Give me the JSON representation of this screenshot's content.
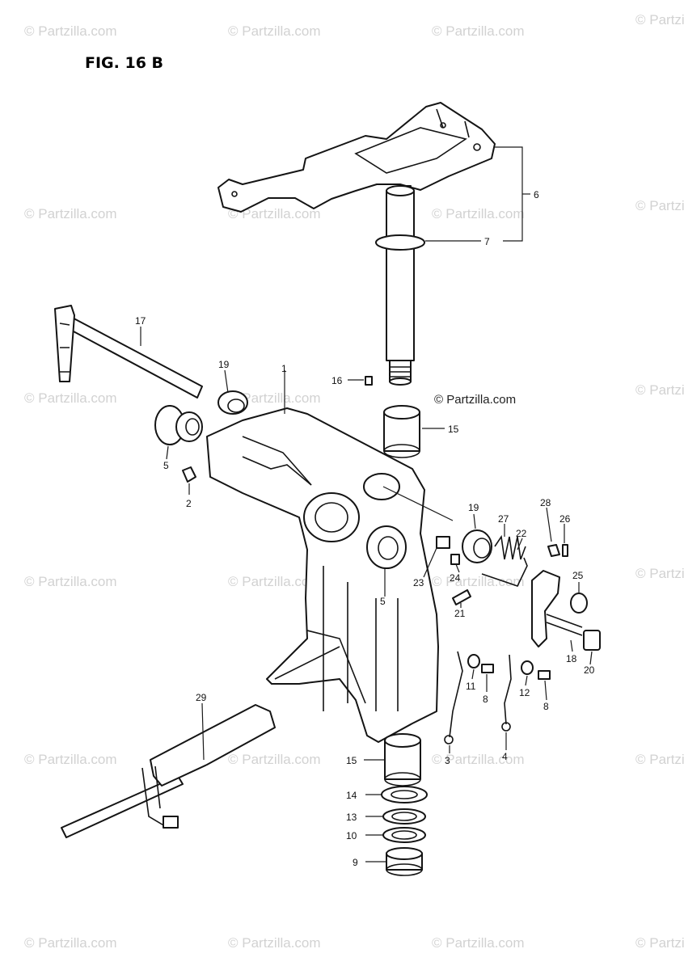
{
  "figure_title": "FIG. 16 B",
  "copyright": "© Partzilla.com",
  "watermark_text": "© Partzilla.com",
  "callouts": {
    "c6": "6",
    "c7": "7",
    "c17": "17",
    "c19a": "19",
    "c1": "1",
    "c16": "16",
    "c15a": "15",
    "c5a": "5",
    "c2": "2",
    "c19b": "19",
    "c27": "27",
    "c22": "22",
    "c28": "28",
    "c26": "26",
    "c25": "25",
    "c24": "24",
    "c23": "23",
    "c21": "21",
    "c5b": "5",
    "c18": "18",
    "c20": "20",
    "c11": "11",
    "c8a": "8",
    "c12": "12",
    "c8b": "8",
    "c3": "3",
    "c4": "4",
    "c29": "29",
    "c15b": "15",
    "c14": "14",
    "c13": "13",
    "c10": "10",
    "c9": "9"
  },
  "colors": {
    "line": "#141414",
    "watermark": "#d2d2d2",
    "background": "#ffffff"
  }
}
